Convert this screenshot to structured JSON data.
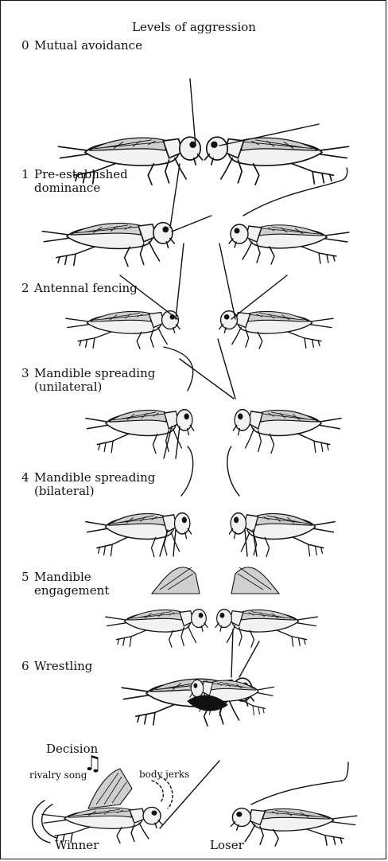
{
  "figure": {
    "title": "Levels of aggression",
    "levels": [
      {
        "num": "0",
        "line1": "Mutual avoidance",
        "line2": ""
      },
      {
        "num": "1",
        "line1": "Pre-established",
        "line2": "dominance"
      },
      {
        "num": "2",
        "line1": "Antennal fencing",
        "line2": ""
      },
      {
        "num": "3",
        "line1": "Mandible spreading",
        "line2": "(unilateral)"
      },
      {
        "num": "4",
        "line1": "Mandible spreading",
        "line2": "(bilateral)"
      },
      {
        "num": "5",
        "line1": "Mandible",
        "line2": "engagement"
      },
      {
        "num": "6",
        "line1": "Wrestling",
        "line2": ""
      }
    ],
    "decision": {
      "heading": "Decision",
      "rivalry_song": "rivalry song",
      "body_jerks": "body jerks",
      "winner": "Winner",
      "loser": "Loser"
    }
  },
  "icons": {
    "cricket": "cricket-illustration-icon",
    "music_note": "music-note-icon"
  },
  "colors": {
    "ink": "#111111",
    "wing_shade": "#cfcfcf",
    "background": "#ffffff"
  }
}
